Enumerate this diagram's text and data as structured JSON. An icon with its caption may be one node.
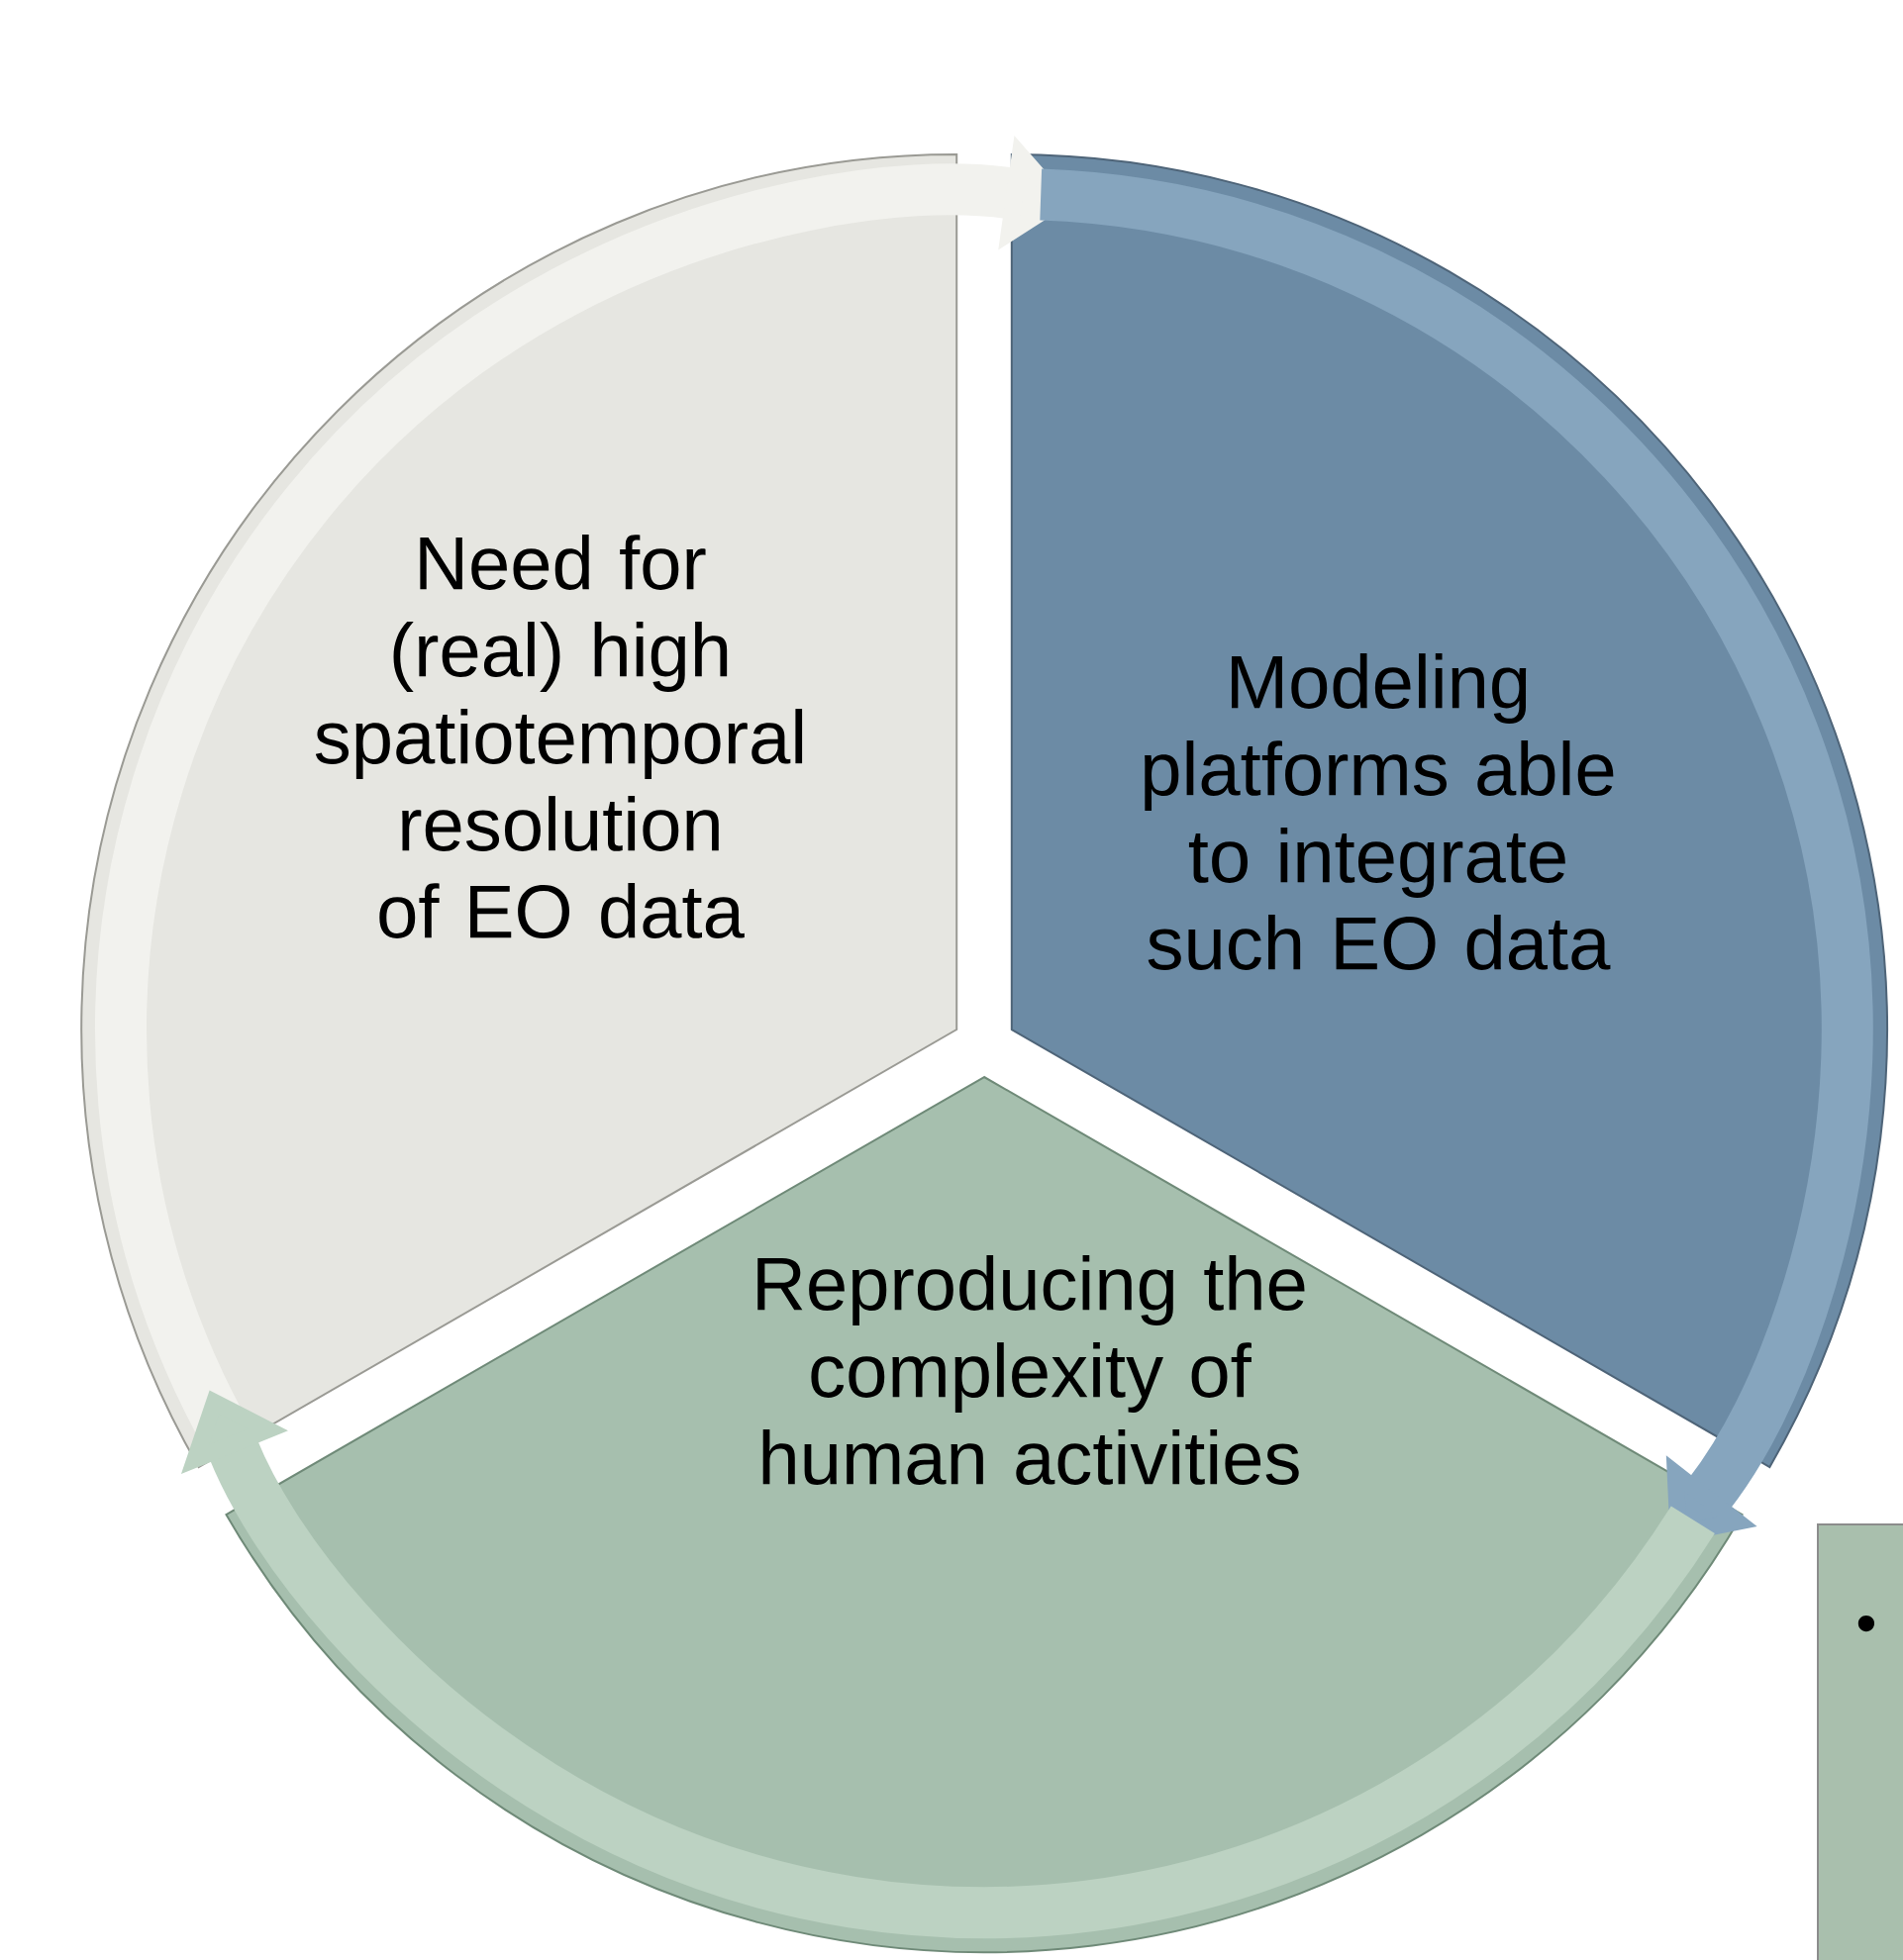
{
  "diagram": {
    "nodes": [
      {
        "text": [
          "Need for (real) high spatiotemporal resolution of EO data"
        ]
      },
      {
        "text": [
          "Modeling platforms able to integrate such EO data"
        ]
      },
      {
        "text": [
          "Reproducing the complexity of human activities"
        ]
      },
      {
        "text": [
          "•"
        ]
      }
    ],
    "edges": [
      {
        "from": 0,
        "to": 1,
        "arrow": "to",
        "color": "#f2f2ee"
      },
      {
        "from": 1,
        "to": 2,
        "arrow": "to",
        "color": "#86a5be"
      },
      {
        "from": 2,
        "to": 0,
        "arrow": "to",
        "color": "#bcd2c2"
      }
    ]
  }
}
